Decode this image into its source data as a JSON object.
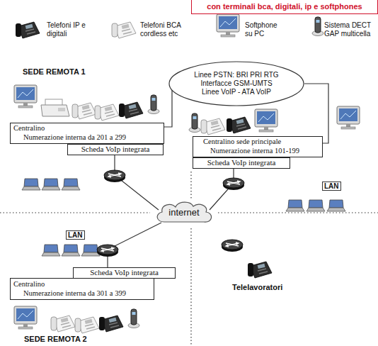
{
  "diagram": {
    "title": "con terminali bca, digitali, ip e softphones",
    "nodes": [
      {
        "text": [
          "Linee PSTN: BRI PRI RTG",
          "Interfacce GSM-UMTS",
          "Linee VoIP - ATA VoIP"
        ]
      },
      {
        "text": [
          "Centralino",
          "Numerazione interna da 201 a 299"
        ]
      },
      {
        "text": [
          "Scheda VoIp integrata"
        ]
      },
      {
        "text": [
          "Centralino sede principale",
          "Numerazione interna 101-199"
        ]
      },
      {
        "text": [
          "Scheda VoIp integrata"
        ]
      },
      {
        "text": [
          "internet"
        ]
      },
      {
        "text": [
          "Scheda VoIp integrata"
        ]
      },
      {
        "text": [
          "Centralino",
          "Numerazione interna da 301 a 399"
        ]
      }
    ],
    "edges": [
      {
        "from": 1,
        "to": 0,
        "arrow": "none"
      },
      {
        "from": 3,
        "to": 0,
        "arrow": "none"
      },
      {
        "from": 2,
        "to": 5,
        "arrow": "none"
      },
      {
        "from": 4,
        "to": 5,
        "arrow": "none"
      },
      {
        "from": 6,
        "to": 5,
        "arrow": "none"
      }
    ],
    "labels": [
      "SEDE REMOTA 1",
      "LAN",
      "LAN",
      "Telelavoratori",
      "SEDE REMOTA 2"
    ],
    "legend": [
      {
        "text": "Telefoni IP e digitali"
      },
      {
        "text": "Telefoni BCA cordless etc"
      },
      {
        "text": "Softphone su PC"
      },
      {
        "text": "Sistema DECT GAP multicella"
      }
    ]
  }
}
